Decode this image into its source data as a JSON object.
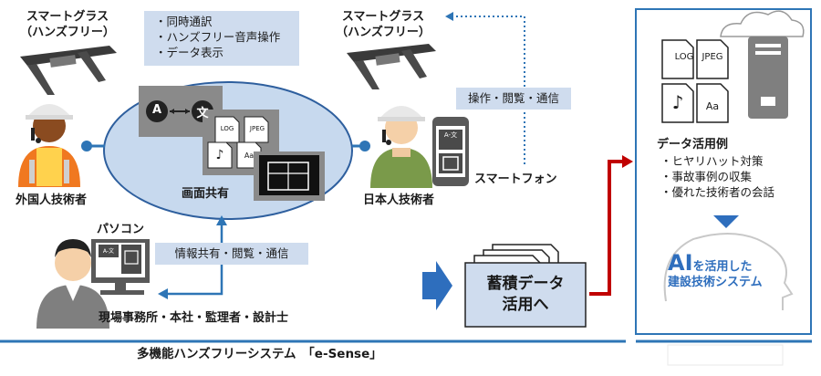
{
  "left_glasses": {
    "label_line1": "スマートグラス",
    "label_line2": "（ハンズフリー）"
  },
  "right_glasses": {
    "label_line1": "スマートグラス",
    "label_line2": "（ハンズフリー）"
  },
  "features": [
    "・同時通訳",
    "・ハンズフリー音声操作",
    "・データ表示"
  ],
  "ellipse": {
    "label": "画面共有",
    "translate_a": "A",
    "translate_b": "文"
  },
  "file_icons": {
    "log": "LOG",
    "jpeg": "JPEG",
    "font": "Aa",
    "music": "♪"
  },
  "foreign_worker": {
    "label": "外国人技術者"
  },
  "japanese_worker": {
    "label": "日本人技術者"
  },
  "smartphone": {
    "label": "スマートフォン",
    "screen_text": "A-文"
  },
  "ops_label": "操作・閲覧・通信",
  "pc": {
    "label": "パソコン",
    "screen_text": "A-文"
  },
  "info_label": "情報共有・閲覧・通信",
  "office_label": "現場事務所・本社・監理者・設計士",
  "stored_data": {
    "line1": "蓄積データ",
    "line2": "活用へ"
  },
  "data_use": {
    "title": "データ活用例",
    "items": [
      "・ヒヤリハット対策",
      "・事故事例の収集",
      "・優れた技術者の会話"
    ]
  },
  "ai": {
    "big": "AI",
    "line1": "を活用した",
    "line2": "建設技術システム"
  },
  "footer": {
    "title": "多機能ハンズフリーシステム　「e-Sense」"
  },
  "colors": {
    "accent_blue": "#2e75b6",
    "light_blue": "#cfdcee",
    "ellipse_fill": "#c7d9ee",
    "red": "#c00000",
    "gray": "#595959"
  }
}
